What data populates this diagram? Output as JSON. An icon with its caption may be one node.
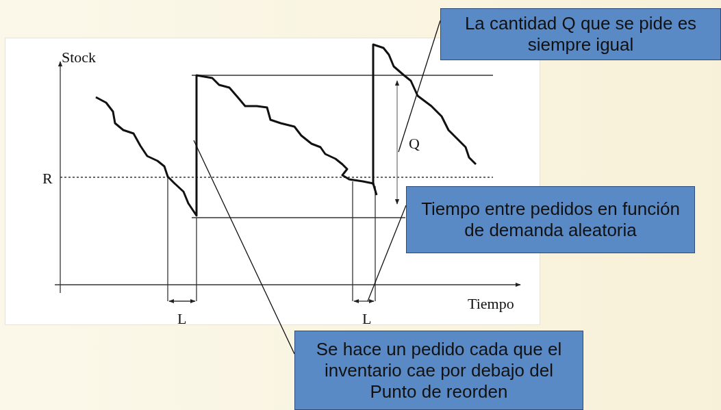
{
  "diagram": {
    "nodes": [
      {
        "text": [
          "La cantidad Q que se pide es siempre igual"
        ]
      },
      {
        "text": [
          "Tiempo entre pedidos en función de demanda aleatoria"
        ]
      },
      {
        "text": [
          "Se hace un pedido cada que el inventario cae por debajo del Punto de reorden"
        ]
      }
    ],
    "edges": [
      {
        "from": 0,
        "to": null,
        "arrow": "none"
      },
      {
        "from": 1,
        "to": null,
        "arrow": "none"
      },
      {
        "from": 2,
        "to": null,
        "arrow": "none"
      }
    ],
    "labels": [
      "Stock",
      "R",
      "Q",
      "Tiempo",
      "L",
      "L"
    ]
  }
}
